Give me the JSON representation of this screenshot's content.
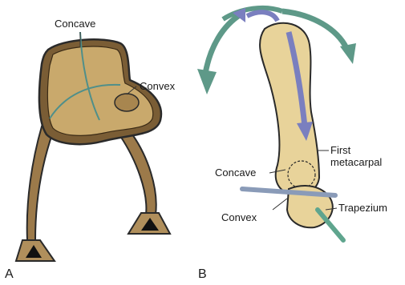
{
  "panel_a": {
    "letter": "A",
    "labels": {
      "concave": "Concave",
      "convex": "Convex"
    }
  },
  "panel_b": {
    "letter": "B",
    "labels": {
      "first_metacarpal_line1": "First",
      "first_metacarpal_line2": "metacarpal",
      "concave": "Concave",
      "convex": "Convex",
      "trapezium": "Trapezium"
    }
  },
  "colors": {
    "bone_fill": "#e8d39a",
    "saddle_fill": "#c9a96c",
    "leg_fill": "#9c7a4a",
    "outline": "#2a2a2a",
    "arrow_teal": "#5e9988",
    "arrow_blue": "#7a7fbf",
    "pin_blue": "#8a9bb8",
    "pin_teal": "#5fa58e"
  }
}
